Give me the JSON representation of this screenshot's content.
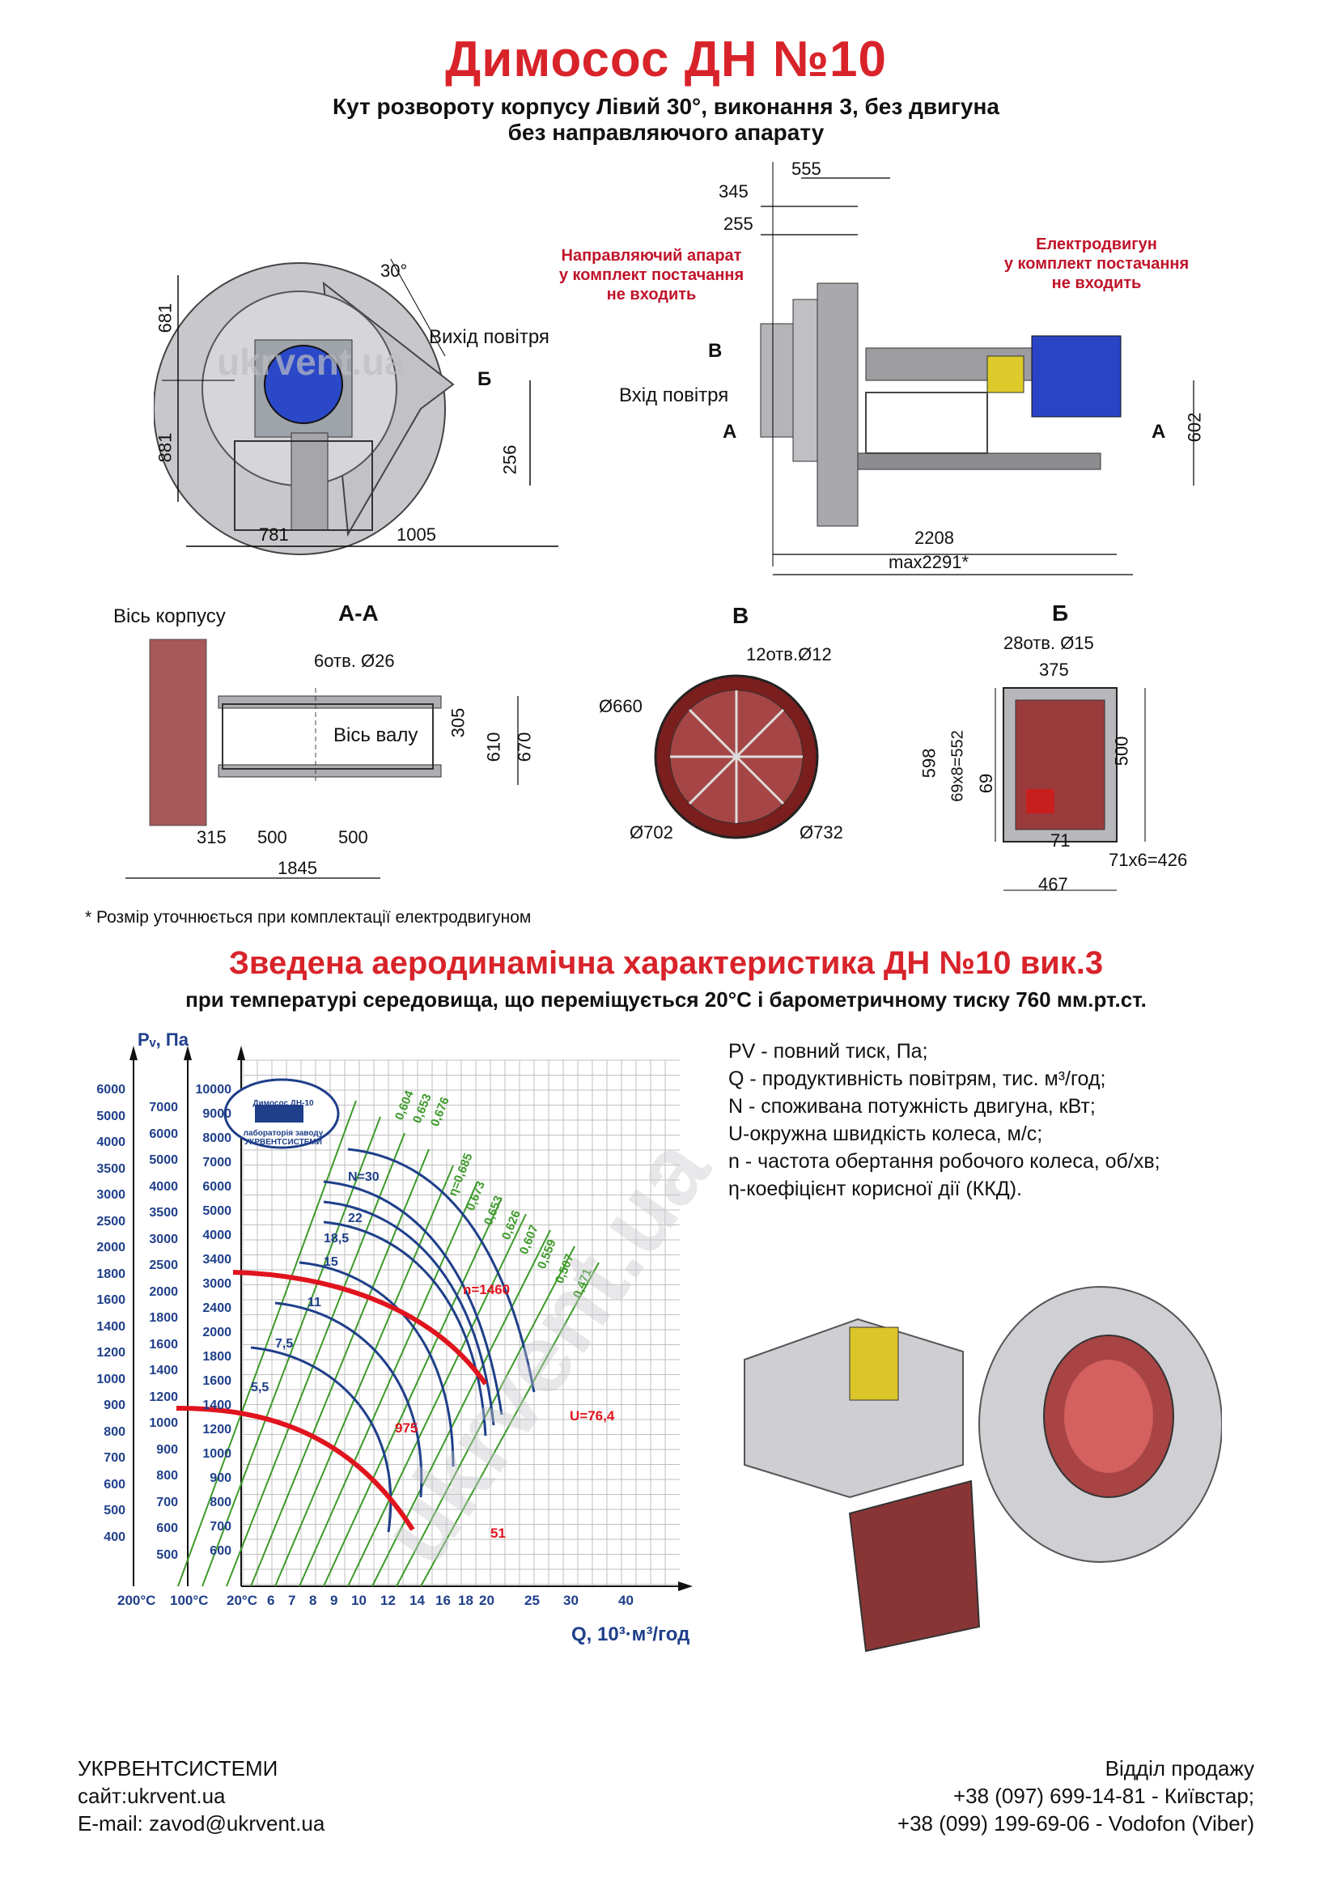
{
  "header": {
    "title": "Димосос  ДН №10",
    "subtitle_1": "Кут розвороту корпусу Лівий 30°, виконання 3, без двигуна",
    "subtitle_2": "без направляючого апарату"
  },
  "drawings": {
    "front_view": {
      "dims": [
        "681",
        "881",
        "781",
        "1005",
        "256",
        "30°"
      ],
      "label_exit": "Вихід повітря",
      "label_b": "Б"
    },
    "side_view": {
      "dims": [
        "555",
        "345",
        "255",
        "2208",
        "max2291*",
        "602"
      ],
      "label_inlet": "Вхід повітря",
      "label_v": "В",
      "label_a_left": "А",
      "label_a_right": "А",
      "note_guide": [
        "Направляючий апарат",
        "у комплект постачання",
        "не входить"
      ],
      "note_motor": [
        "Електродвигун",
        "у комплект постачання",
        "не входить"
      ]
    },
    "section_aa": {
      "title": "А-А",
      "axis_body": "Вісь корпусу",
      "holes": "6отв. Ø26",
      "axis_shaft": "Вісь валу",
      "dims": [
        "305",
        "610",
        "670",
        "315",
        "500",
        "500",
        "1845"
      ]
    },
    "view_v": {
      "title": "В",
      "holes": "12отв.Ø12",
      "dims": [
        "Ø660",
        "Ø702",
        "Ø732"
      ]
    },
    "view_b": {
      "title": "Б",
      "holes": "28отв. Ø15",
      "dims": [
        "375",
        "598",
        "69x8=552",
        "69",
        "500",
        "71",
        "71x6=426",
        "467"
      ]
    },
    "watermark": "ukrvent.ua",
    "footnote": "* Розмір уточнюється при комплектації електродвигуном"
  },
  "aero": {
    "title": "Зведена аеродинамічна характеристика ДН №10 вик.3",
    "subtitle": "при температурі середовища, що переміщується 20°С і барометричному тиску 760 мм.рт.ст.",
    "y_axis_title": "Pᵥ, Па",
    "x_axis_title": "Q, 10³·м³/год",
    "temp_labels": [
      "200°С",
      "100°С",
      "20°С"
    ],
    "scale_200": [
      "6000",
      "5000",
      "4000",
      "3500",
      "3000",
      "2500",
      "2000",
      "1800",
      "1600",
      "1400",
      "1200",
      "1000",
      "900",
      "800",
      "700",
      "600",
      "500",
      "400"
    ],
    "scale_100": [
      "7000",
      "6000",
      "5000",
      "4000",
      "3500",
      "3000",
      "2500",
      "2000",
      "1800",
      "1600",
      "1400",
      "1200",
      "1000",
      "900",
      "800",
      "700",
      "600",
      "500"
    ],
    "scale_20": [
      "10000",
      "9000",
      "8000",
      "7000",
      "6000",
      "5000",
      "4000",
      "3400",
      "3000",
      "2400",
      "2000",
      "1800",
      "1600",
      "1400",
      "1200",
      "1000",
      "900",
      "800",
      "700",
      "600"
    ],
    "x_ticks": [
      "6",
      "7",
      "8",
      "9",
      "10",
      "12",
      "14",
      "16",
      "18",
      "20",
      "25",
      "30",
      "40"
    ],
    "power_labels": [
      "N=30",
      "22",
      "18,5",
      "15",
      "11",
      "7,5",
      "5,5"
    ],
    "efficiency_labels": [
      "0,604",
      "0,653",
      "0,676",
      "η=0,685",
      "0,673",
      "0,653",
      "0,626",
      "0,607",
      "0,559",
      "0,507",
      "0,471"
    ],
    "rpm_labels": [
      "n=1460",
      "975"
    ],
    "speed_labels": [
      "U=76,4",
      "51"
    ],
    "logo_text": [
      "Димосос ДН-10",
      "лабораторія заводу",
      "УКРВЕНТСИСТЕМИ"
    ],
    "legend": [
      "PV - повний тиск, Па;",
      "Q - продуктивність повітрям, тис. м³/год;",
      "N - споживана потужність двигуна, кВт;",
      "U-окружна швидкість колеса, м/с;",
      "n - частота обертання робочого колеса, об/хв;",
      "η-коефіцієнт корисної дії (ККД)."
    ]
  },
  "footer": {
    "company": "УКРВЕНТСИСТЕМИ",
    "site": "сайт:ukrvent.ua",
    "email": "E-mail: zavod@ukrvent.ua",
    "sales_title": "Відділ продажу",
    "phone_1": "+38 (097) 699-14-81 - Київстар;",
    "phone_2": "+38 (099) 199-69-06 - Vodofon (Viber)"
  },
  "colors": {
    "title_red": "#d8232a",
    "blue_curve": "#1f3f8a",
    "green_line": "#3d9a2a",
    "red_curve": "#e0141e",
    "grid": "#bfbfbf",
    "metal": "#b9b9bd",
    "duct": "#9a3b3b"
  }
}
